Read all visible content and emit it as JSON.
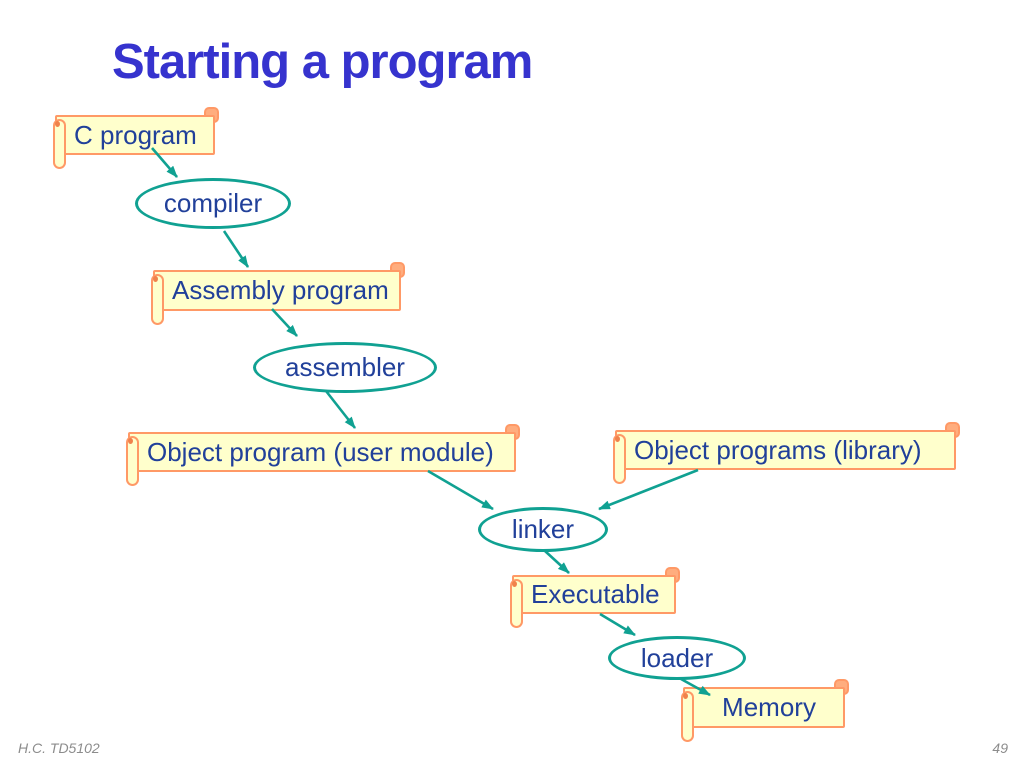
{
  "slide": {
    "title": "Starting a program",
    "footer": {
      "author": "H.C. TD5102",
      "page_number": "49"
    }
  },
  "palette": {
    "title_color": "#3633CE",
    "box_fill": "#FFFFCC",
    "box_border": "#FF9966",
    "box_tab_fill": "#FFAD7E",
    "node_text_color": "#21409A",
    "arrow_ellipse_color": "#10A192",
    "footer_text_color": "#8C8C8C"
  },
  "diagram": {
    "boxes": [
      {
        "label": "C program"
      },
      {
        "label": "Assembly program"
      },
      {
        "label": "Object program (user module)"
      },
      {
        "label": "Object programs (library)"
      },
      {
        "label": "Executable"
      },
      {
        "label": "Memory"
      }
    ],
    "processes": [
      {
        "label": "compiler"
      },
      {
        "label": "assembler"
      },
      {
        "label": "linker"
      },
      {
        "label": "loader"
      }
    ],
    "edges": [
      {
        "from": "C program",
        "to": "compiler"
      },
      {
        "from": "compiler",
        "to": "Assembly program"
      },
      {
        "from": "Assembly program",
        "to": "assembler"
      },
      {
        "from": "assembler",
        "to": "Object program (user module)"
      },
      {
        "from": "Object program (user module)",
        "to": "linker"
      },
      {
        "from": "Object programs (library)",
        "to": "linker"
      },
      {
        "from": "linker",
        "to": "Executable"
      },
      {
        "from": "Executable",
        "to": "loader"
      },
      {
        "from": "loader",
        "to": "Memory"
      }
    ]
  }
}
